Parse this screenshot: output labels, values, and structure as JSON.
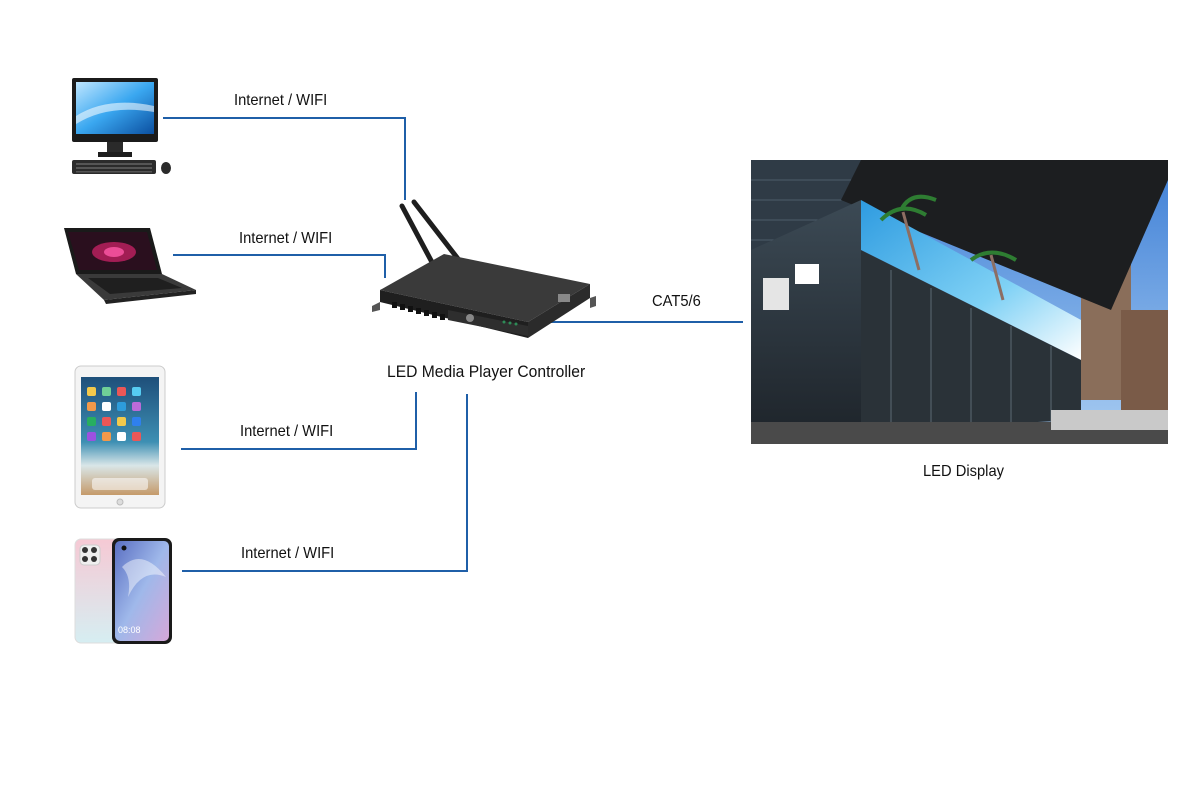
{
  "links": {
    "desktop": "Internet / WIFI",
    "laptop": "Internet / WIFI",
    "tablet": "Internet / WIFI",
    "phone": "Internet / WIFI",
    "display": "CAT5/6"
  },
  "nodes": {
    "controller": "LED Media Player Controller",
    "display": "LED Display"
  },
  "devices": {
    "phone_time": "08:08"
  },
  "colors": {
    "line": "#1f5fa8"
  }
}
